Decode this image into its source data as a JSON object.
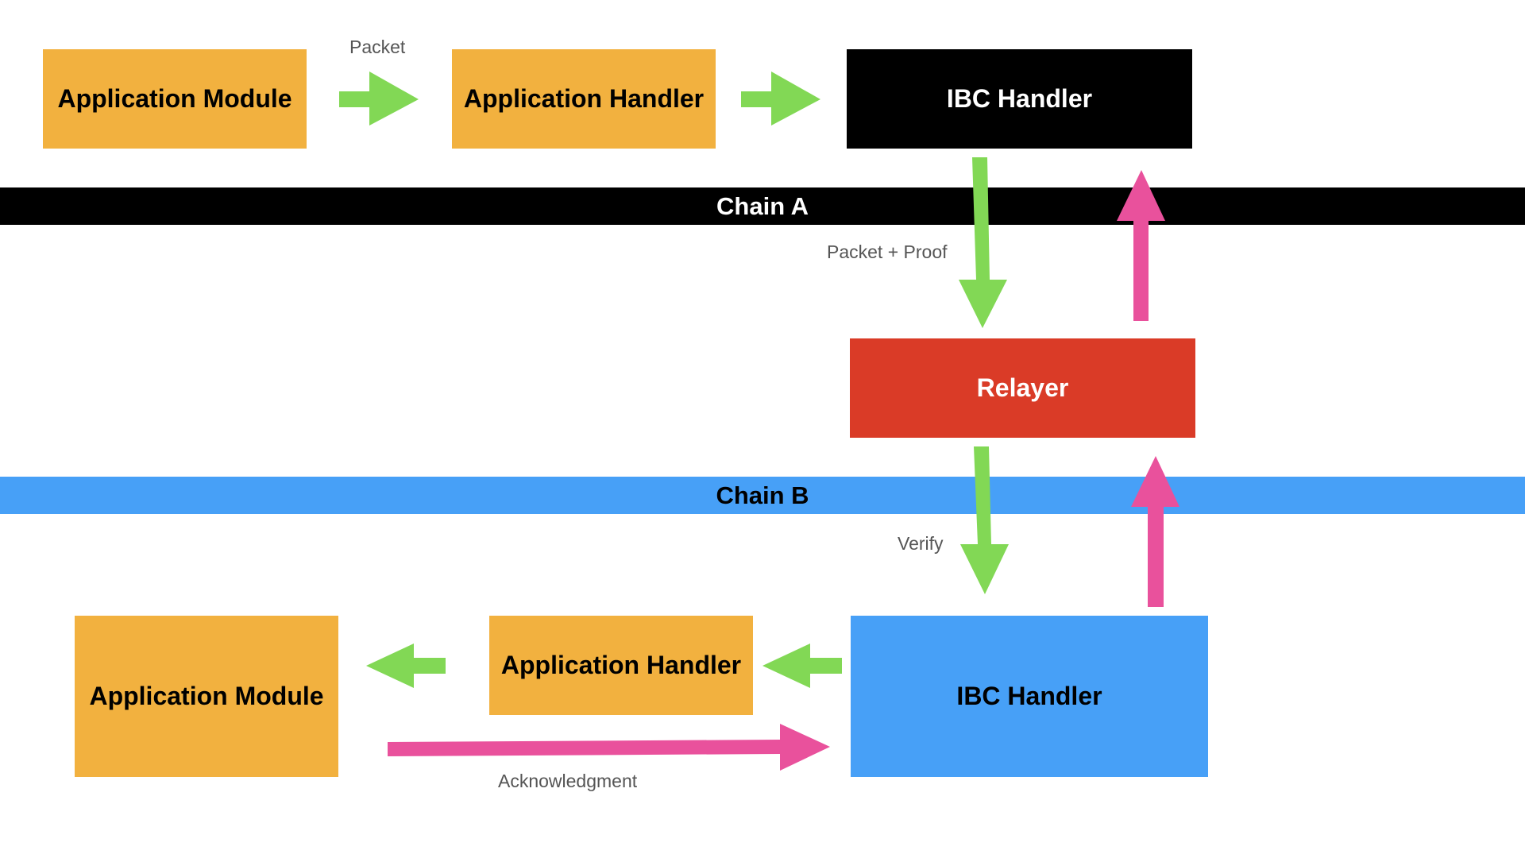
{
  "colors": {
    "module": "#f2b13f",
    "ibc_a": "#000000",
    "relayer": "#da3b27",
    "ibc_b": "#47a0f7",
    "chain_a_band": "#000000",
    "chain_b_band": "#47a0f7",
    "forward_arrow": "#82d855",
    "ack_arrow": "#e9519c"
  },
  "chain_a": {
    "band_label": "Chain A",
    "app_module": "Application Module",
    "app_handler": "Application Handler",
    "ibc_handler": "IBC Handler",
    "packet_label": "Packet"
  },
  "relay": {
    "relayer": "Relayer",
    "packet_proof_label": "Packet + Proof"
  },
  "chain_b": {
    "band_label": "Chain B",
    "app_module": "Application Module",
    "app_handler": "Application Handler",
    "ibc_handler": "IBC Handler",
    "verify_label": "Verify",
    "ack_label": "Acknowledgment"
  }
}
